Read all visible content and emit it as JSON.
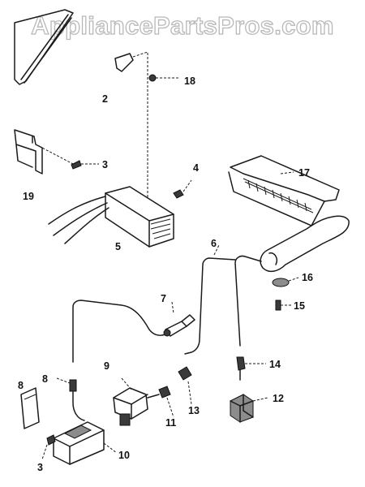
{
  "watermark": "AppliancePartsPros.com",
  "callouts": [
    "18",
    "2",
    "3",
    "19",
    "4",
    "17",
    "5",
    "6",
    "16",
    "15",
    "7",
    "9",
    "14",
    "8",
    "8",
    "12",
    "13",
    "11",
    "3",
    "10"
  ]
}
